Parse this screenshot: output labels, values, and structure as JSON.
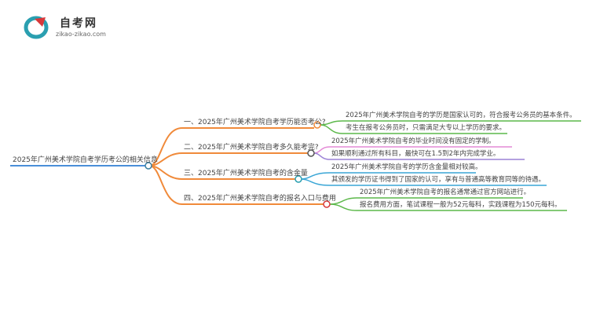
{
  "logo": {
    "title": "自考网",
    "url": "zikao-zikao.com"
  },
  "mindmap": {
    "root": "2025年广州美术学院自考学历考公的相关信息",
    "branches": [
      {
        "label": "一、2025年广州美术学院自考学历能否考公?",
        "color": "#f08a3a",
        "leaves": [
          "2025年广州美术学院自考的学历是国家认可的，符合报考公务员的基本条件。",
          "考生在报考公务员时，只需满足大专以上学历的要求。"
        ],
        "leaf_colors": [
          "#5cb84a",
          "#5cb84a"
        ]
      },
      {
        "label": "二、2025年广州美术学院自考多久能考完?",
        "color": "#f08a3a",
        "leaves": [
          "2025年广州美术学院自考的毕业时间没有固定的学制。",
          "如果顺利通过所有科目，最快可在1.5到2年内完成学业。"
        ],
        "leaf_colors": [
          "#e48ad6",
          "#9b82d6"
        ]
      },
      {
        "label": "三、2025年广州美术学院自考的含金量",
        "color": "#f08a3a",
        "leaves": [
          "2025年广州美术学院自考的学历含金量相对较高。",
          "其颁发的学历证书得到了国家的认可，享有与普通高等教育同等的待遇。"
        ],
        "leaf_colors": [
          "#3aa6d6",
          "#3aa6d6"
        ]
      },
      {
        "label": "四、2025年广州美术学院自考的报名入口与费用",
        "color": "#f08a3a",
        "leaves": [
          "2025年广州美术学院自考的报名通常通过官方网站进行。",
          "报名费用方面，笔试课程一般为52元每科，实践课程为150元每科。"
        ],
        "leaf_colors": [
          "#5cb84a",
          "#5cb84a"
        ]
      }
    ]
  },
  "colors": {
    "root_line": "#4a8fd8",
    "branch": "#f08a3a",
    "logo_teal": "#2a9fb0",
    "logo_red": "#d8383a"
  }
}
